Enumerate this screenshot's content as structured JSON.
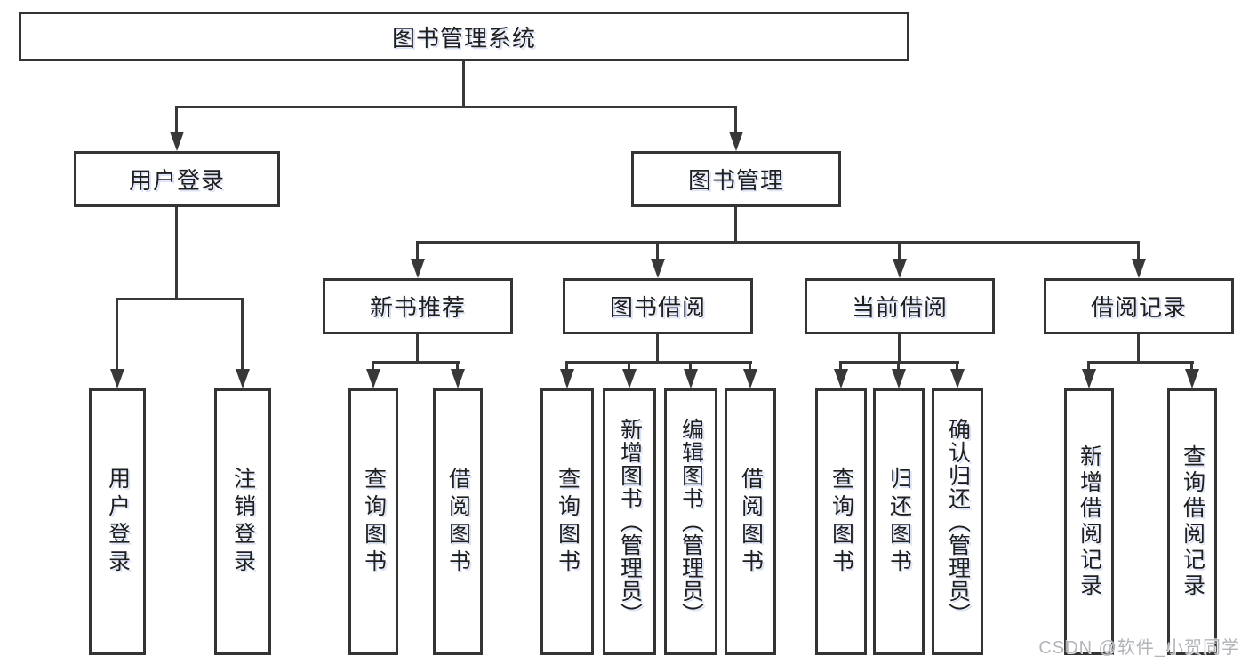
{
  "diagram": {
    "root": {
      "label": "图书管理系统"
    },
    "level2": [
      {
        "label": "用户登录"
      },
      {
        "label": "图书管理"
      }
    ],
    "level3": [
      {
        "label": "新书推荐"
      },
      {
        "label": "图书借阅"
      },
      {
        "label": "当前借阅"
      },
      {
        "label": "借阅记录"
      }
    ],
    "leaves": {
      "user_login": [
        "用户登录",
        "注销登录"
      ],
      "new_books": [
        "查询图书",
        "借阅图书"
      ],
      "book_borrow": [
        "查询图书",
        "新增图书（管理员）",
        "编辑图书（管理员）",
        "借阅图书"
      ],
      "current_borrow": [
        "查询图书",
        "归还图书",
        "确认归还（管理员）"
      ],
      "borrow_records": [
        "新增借阅记录",
        "查询借阅记录"
      ]
    }
  },
  "watermark": {
    "text": "CSDN @软件_小贺同学"
  },
  "colors": {
    "line": "#383838",
    "box_border": "#343434",
    "text": "#1f1f1f",
    "watermark": "#b2b5ba",
    "background": "#ffffff"
  }
}
